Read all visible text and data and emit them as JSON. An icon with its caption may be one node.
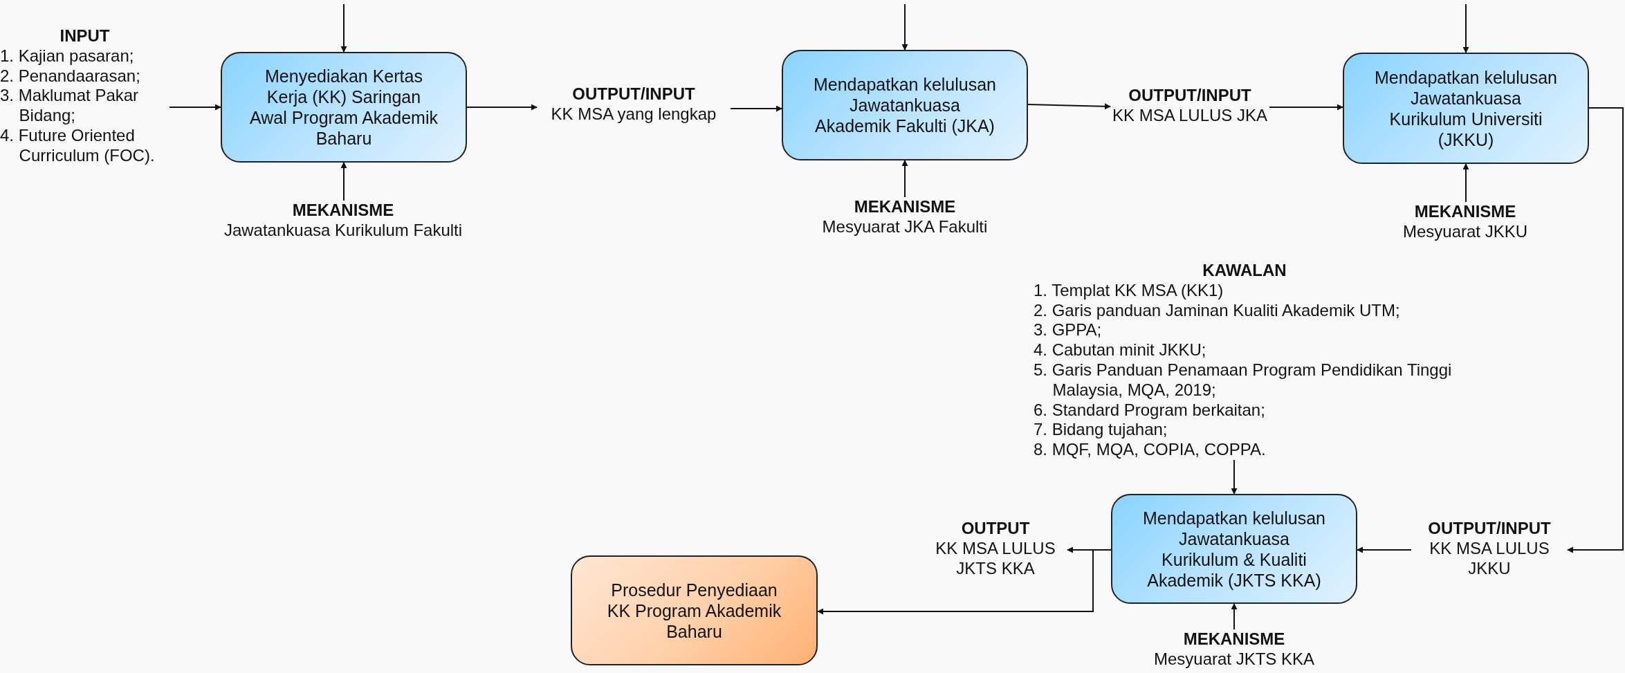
{
  "diagram": {
    "nodes": [
      {
        "text": [
          "INPUT",
          "1. Kajian pasaran;",
          "2. Penandaarasan;",
          "3. Maklumat Pakar Bidang;",
          "4. Future Oriented Curriculum (FOC)."
        ]
      },
      {
        "text": [
          "Menyediakan Kertas Kerja (KK) Saringan Awal Program Akademik Baharu"
        ]
      },
      {
        "text": [
          "MEKANISME",
          "Jawatankuasa Kurikulum Fakulti"
        ]
      },
      {
        "text": [
          "OUTPUT/INPUT",
          "KK MSA yang lengkap"
        ]
      },
      {
        "text": [
          "Mendapatkan kelulusan Jawatankuasa Akademik Fakulti (JKA)"
        ]
      },
      {
        "text": [
          "MEKANISME",
          "Mesyuarat JKA Fakulti"
        ]
      },
      {
        "text": [
          "OUTPUT/INPUT",
          "KK MSA LULUS JKA"
        ]
      },
      {
        "text": [
          "Mendapatkan kelulusan Jawatankuasa Kurikulum Universiti (JKKU)"
        ]
      },
      {
        "text": [
          "MEKANISME",
          "Mesyuarat JKKU"
        ]
      },
      {
        "text": [
          "KAWALAN",
          "1. Templat KK MSA (KK1)",
          "2. Garis panduan Jaminan Kualiti Akademik UTM;",
          "3. GPPA;",
          "4. Cabutan minit JKKU;",
          "5. Garis Panduan Penamaan Program Pendidikan Tinggi Malaysia, MQA, 2019;",
          "6. Standard Program berkaitan;",
          "7. Bidang tujahan;",
          "8. MQF, MQA, COPIA, COPPA."
        ]
      },
      {
        "text": [
          "Mendapatkan kelulusan Jawatankuasa Kurikulum & Kualiti Akademik (JKTS KKA)"
        ]
      },
      {
        "text": [
          "MEKANISME",
          "Mesyuarat JKTS KKA"
        ]
      },
      {
        "text": [
          "OUTPUT/INPUT",
          "KK MSA LULUS JKKU"
        ]
      },
      {
        "text": [
          "OUTPUT",
          "KK MSA LULUS JKTS KKA"
        ]
      },
      {
        "text": [
          "Prosedur Penyediaan KK Program Akademik Baharu"
        ]
      }
    ],
    "edges": [
      {
        "from": 0,
        "to": 1,
        "arrow": "to"
      },
      {
        "from": null,
        "to": 1,
        "arrow": "to"
      },
      {
        "from": 2,
        "to": 1,
        "arrow": "to"
      },
      {
        "from": 1,
        "to": 3,
        "arrow": "to"
      },
      {
        "from": 3,
        "to": 4,
        "arrow": "to"
      },
      {
        "from": null,
        "to": 4,
        "arrow": "to"
      },
      {
        "from": 5,
        "to": 4,
        "arrow": "to"
      },
      {
        "from": 4,
        "to": 6,
        "arrow": "to"
      },
      {
        "from": 6,
        "to": 7,
        "arrow": "to"
      },
      {
        "from": null,
        "to": 7,
        "arrow": "to"
      },
      {
        "from": 8,
        "to": 7,
        "arrow": "to"
      },
      {
        "from": 7,
        "to": 12,
        "arrow": "to"
      },
      {
        "from": 12,
        "to": 10,
        "arrow": "to"
      },
      {
        "from": 9,
        "to": 10,
        "arrow": "to"
      },
      {
        "from": 11,
        "to": 10,
        "arrow": "to"
      },
      {
        "from": 10,
        "to": 13,
        "arrow": "to"
      },
      {
        "from": 10,
        "to": 14,
        "arrow": "to"
      }
    ]
  }
}
